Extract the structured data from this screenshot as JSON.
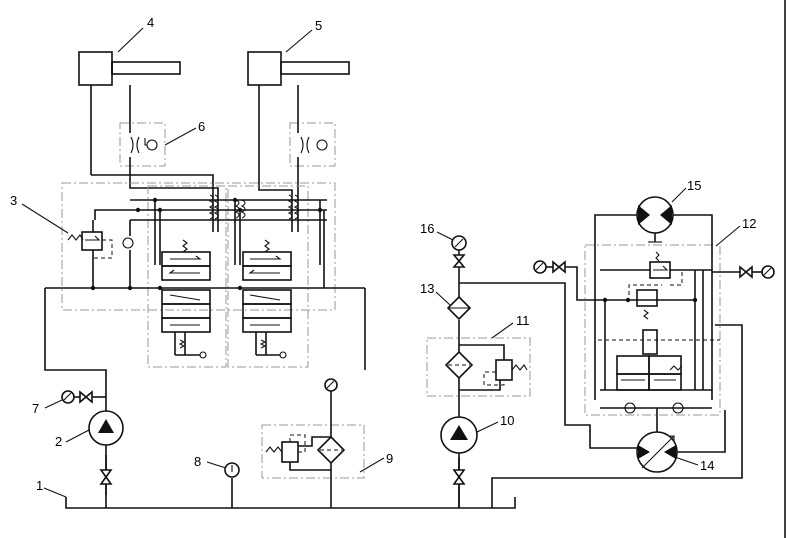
{
  "labels": {
    "l1": "1",
    "l2": "2",
    "l3": "3",
    "l4": "4",
    "l5": "5",
    "l6": "6",
    "l7": "7",
    "l8": "8",
    "l9": "9",
    "l10": "10",
    "l11": "11",
    "l12": "12",
    "l13": "13",
    "l14": "14",
    "l15": "15",
    "l16": "16"
  },
  "icons": [
    "cylinder",
    "pump",
    "motor",
    "filter",
    "gauge",
    "valve",
    "check-valve",
    "relief-valve",
    "directional-valve"
  ],
  "colors": {
    "line": "#111111",
    "group_box": "#999999",
    "background": "#ffffff"
  }
}
